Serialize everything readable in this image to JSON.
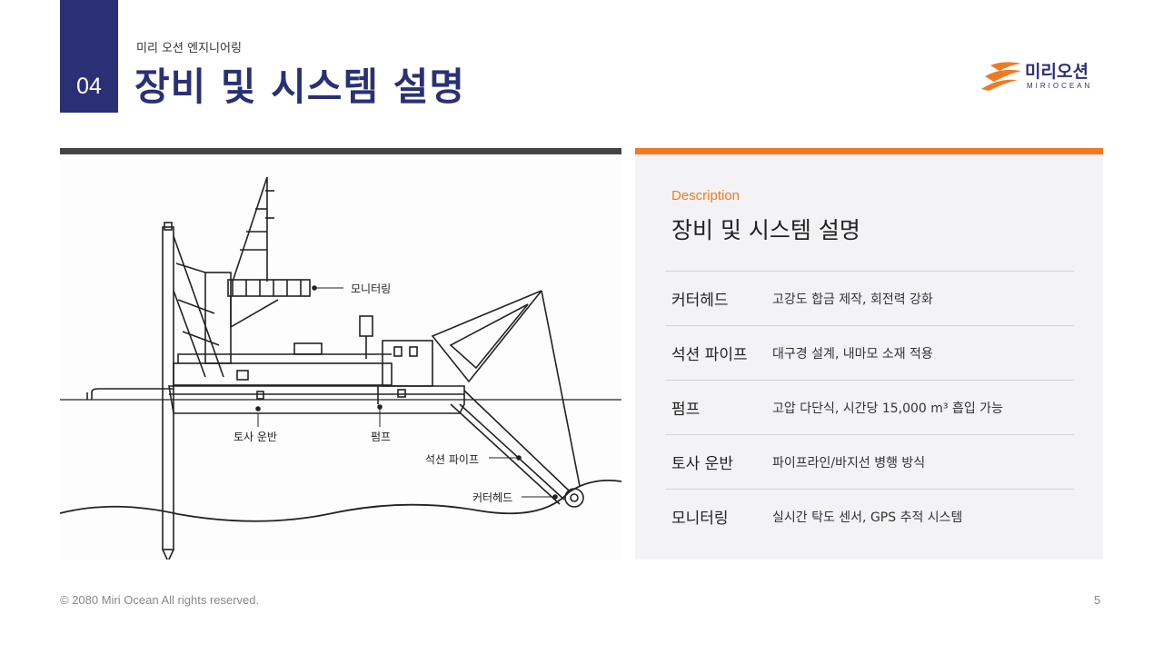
{
  "header": {
    "section_number": "04",
    "company_small": "미리 오션 엔지니어링",
    "title": "장비 및 시스템 설명"
  },
  "logo": {
    "name": "미리오션",
    "sub": "MIRIOCEAN",
    "icon": "wave-stripes-icon",
    "color": "#f07a22"
  },
  "diagram": {
    "labels": {
      "monitoring": "모니터링",
      "soil_transport": "토사 운반",
      "pump": "펌프",
      "suction_pipe": "석션 파이프",
      "cutter_head": "커터헤드"
    }
  },
  "panel": {
    "eyebrow": "Description",
    "title": "장비 및 시스템 설명",
    "rows": [
      {
        "key": "커터헤드",
        "value": "고강도 합금 제작, 회전력 강화"
      },
      {
        "key": "석션 파이프",
        "value": "대구경 설계, 내마모 소재 적용"
      },
      {
        "key": "펌프",
        "value": "고압 다단식, 시간당 15,000 m³ 흡입 가능"
      },
      {
        "key": "토사 운반",
        "value": "파이프라인/바지선 병행 방식"
      },
      {
        "key": "모니터링",
        "value": "실시간 탁도 센서, GPS 추적 시스템"
      }
    ]
  },
  "footer": {
    "copyright": "© 2080 Miri Ocean All rights reserved.",
    "page": "5"
  },
  "colors": {
    "navy": "#2b3075",
    "orange": "#f07a22",
    "panel_bg": "#f3f3f5"
  }
}
